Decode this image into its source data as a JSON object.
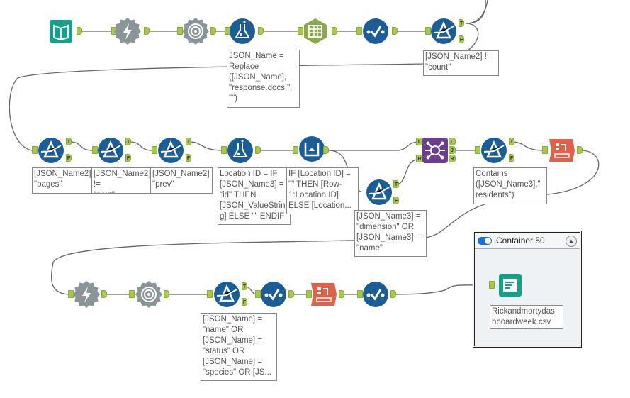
{
  "colors": {
    "filter": "#1b5e96",
    "formula": "#1b5e96",
    "select": "#1b5e96",
    "input": "#15a08a",
    "output": "#15a08a",
    "parse": "#8a9599",
    "text_to_columns": "#8ba84a",
    "join": "#6a3f8e",
    "crosstab": "#e0614a",
    "anchor": "#a8c84a",
    "container_toggle": "#1a73d8"
  },
  "tools": {
    "row1": [
      "book-input-icon",
      "lightning-dynamic-input-icon",
      "gear-json-parse-icon",
      "formula-flask-icon",
      "text-to-columns-icon",
      "select-check-icon",
      "filter-prism-icon"
    ],
    "row2": [
      "filter-prism-icon",
      "filter-prism-icon",
      "filter-prism-icon",
      "formula-flask-icon",
      "multi-row-formula-icon",
      "join-icon",
      "filter-prism-icon",
      "crosstab-icon",
      "filter-prism-icon"
    ],
    "row3": [
      "lightning-dynamic-input-icon",
      "gear-json-parse-icon",
      "filter-prism-icon",
      "select-check-icon",
      "crosstab-icon",
      "select-check-icon",
      "output-file-icon"
    ]
  },
  "anchors": {
    "true": "T",
    "false": "F",
    "left": "L",
    "join": "J",
    "right": "R"
  },
  "annotations": {
    "formula1": "JSON_Name =\nReplace\n([JSON_Name],\n\"response.docs.\",\n\"\")",
    "filter_count": "[JSON_Name2] !=\n\"count\"",
    "filter_pages": "[JSON_Name2]\n\"pages\"",
    "filter_next": "[JSON_Name2] !=\n\"next\"",
    "filter_prev": "[JSON_Name2]\n\"prev\"",
    "formula_location": "Location ID = IF\n[JSON_Name3] =\n\"id\" THEN\n[JSON_ValueStrin\ng] ELSE \"\" ENDIF",
    "multirow": "IF [Location ID] =\n\"\" THEN [Row-\n1:Location ID]\nELSE [Location...",
    "filter_dimension": "[JSON_Name3] =\n\"dimension\" OR\n[JSON_Name3] =\n\"name\"",
    "filter_residents": "Contains\n([JSON_Name3],\"\nresidents\")",
    "filter_name_status": "[JSON_Name] =\n\"name\" OR\n[JSON_Name] =\n\"status\" OR\n[JSON_Name] =\n\"species\" OR [JS...",
    "output_file": "Rickandmortydas\nhboardweek.csv"
  },
  "container": {
    "title": "Container 50",
    "enabled": true
  }
}
